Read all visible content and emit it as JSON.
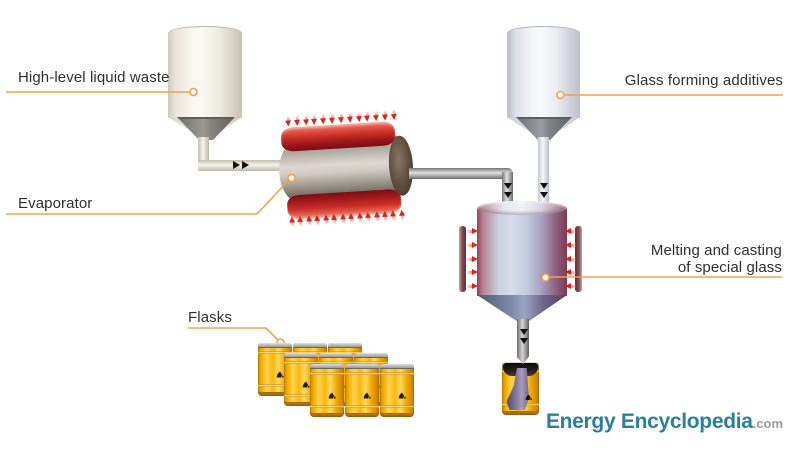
{
  "labels": {
    "waste": "High-level liquid waste",
    "evaporator": "Evaporator",
    "additives": "Glass forming additives",
    "melting_line1": "Melting and casting",
    "melting_line2": "of special glass",
    "flasks": "Flasks"
  },
  "logo": {
    "brand": "Energy Encyclopedia",
    "suffix": ".com"
  },
  "colors": {
    "leader_line": "#f5a14b",
    "label_text": "#2f2f2f",
    "heat_arrow_red": "#d6261b",
    "flow_arrow_black": "#111111",
    "logo_teal": "#2b7f9b",
    "logo_suffix_gray": "#9b9b9b",
    "barrel_yellow": "#f6b600",
    "molten_glass_purple": "#8478a0"
  },
  "decorations": {
    "evaporator_top_arrow_count": 13,
    "evaporator_bottom_arrow_count": 14,
    "melter_left_arrow_count": 5,
    "melter_right_arrow_count": 5
  },
  "flasks": {
    "row_count": 3,
    "flasks_per_row": 3,
    "output_flask_count": 1
  }
}
